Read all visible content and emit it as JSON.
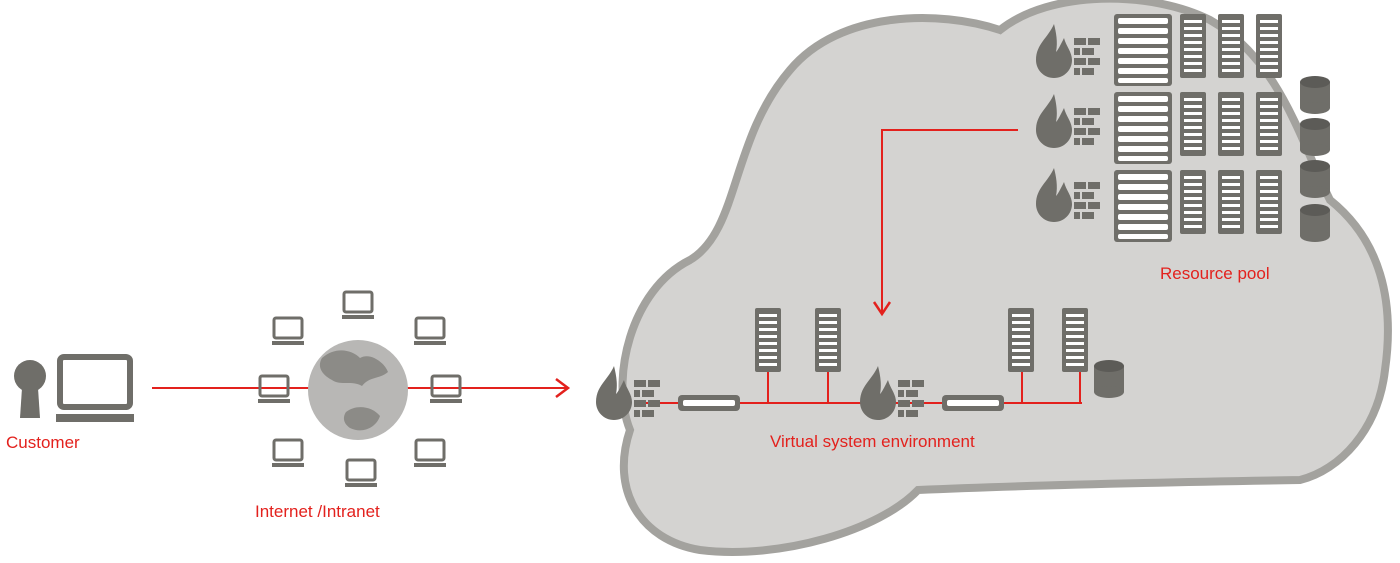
{
  "labels": {
    "customer": "Customer",
    "network": "Internet /Intranet",
    "virtual_env": "Virtual system environment",
    "resource_pool": "Resource pool"
  },
  "colors": {
    "accent": "#e3211d",
    "icon": "#6f6e69",
    "cloud_fill": "#d4d3d1",
    "cloud_stroke": "#a3a29e",
    "globe": "#b8b7b5"
  },
  "icons": [
    "person-icon",
    "laptop-icon",
    "globe-icon",
    "firewall-icon",
    "load-balancer-icon",
    "server-icon",
    "database-icon",
    "cloud-shape"
  ]
}
